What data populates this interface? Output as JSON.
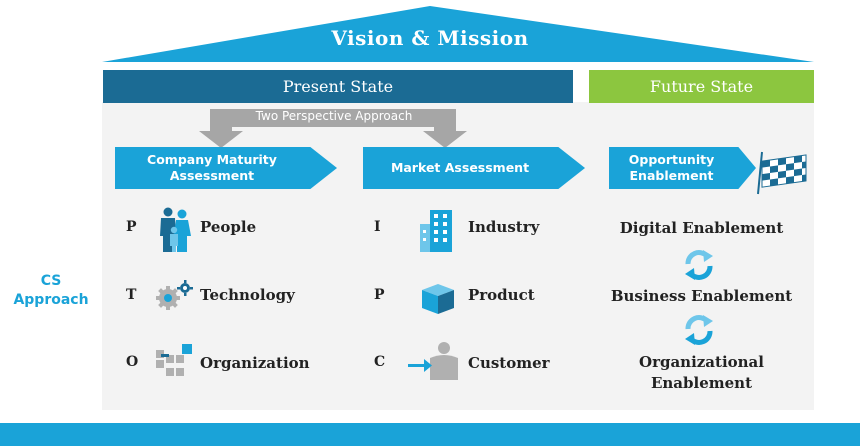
{
  "roof": {
    "title": "Vision & Mission",
    "color": "#1aa3d8"
  },
  "states": {
    "present": "Present State",
    "future": "Future State"
  },
  "two_perspective": "Two Perspective Approach",
  "chevrons": {
    "company": [
      "Company Maturity",
      "Assessment"
    ],
    "market": "Market Assessment",
    "opportunity": [
      "Opportunity",
      "Enablement"
    ]
  },
  "company_items": [
    {
      "letter": "P",
      "label": "People",
      "icon": "people-icon"
    },
    {
      "letter": "T",
      "label": "Technology",
      "icon": "gears-icon"
    },
    {
      "letter": "O",
      "label": "Organization",
      "icon": "org-chart-icon"
    }
  ],
  "market_items": [
    {
      "letter": "I",
      "label": "Industry",
      "icon": "building-icon"
    },
    {
      "letter": "P",
      "label": "Product",
      "icon": "box-icon"
    },
    {
      "letter": "C",
      "label": "Customer",
      "icon": "customer-icon"
    }
  ],
  "future_items": {
    "digital": "Digital Enablement",
    "business": "Business Enablement",
    "organizational": [
      "Organizational",
      "Enablement"
    ]
  },
  "cs_approach": [
    "CS",
    "Approach"
  ],
  "colors": {
    "present": "#1b6b94",
    "future": "#8cc63f",
    "accent": "#1aa3d8",
    "arrow_gray": "#a6a6a6"
  }
}
